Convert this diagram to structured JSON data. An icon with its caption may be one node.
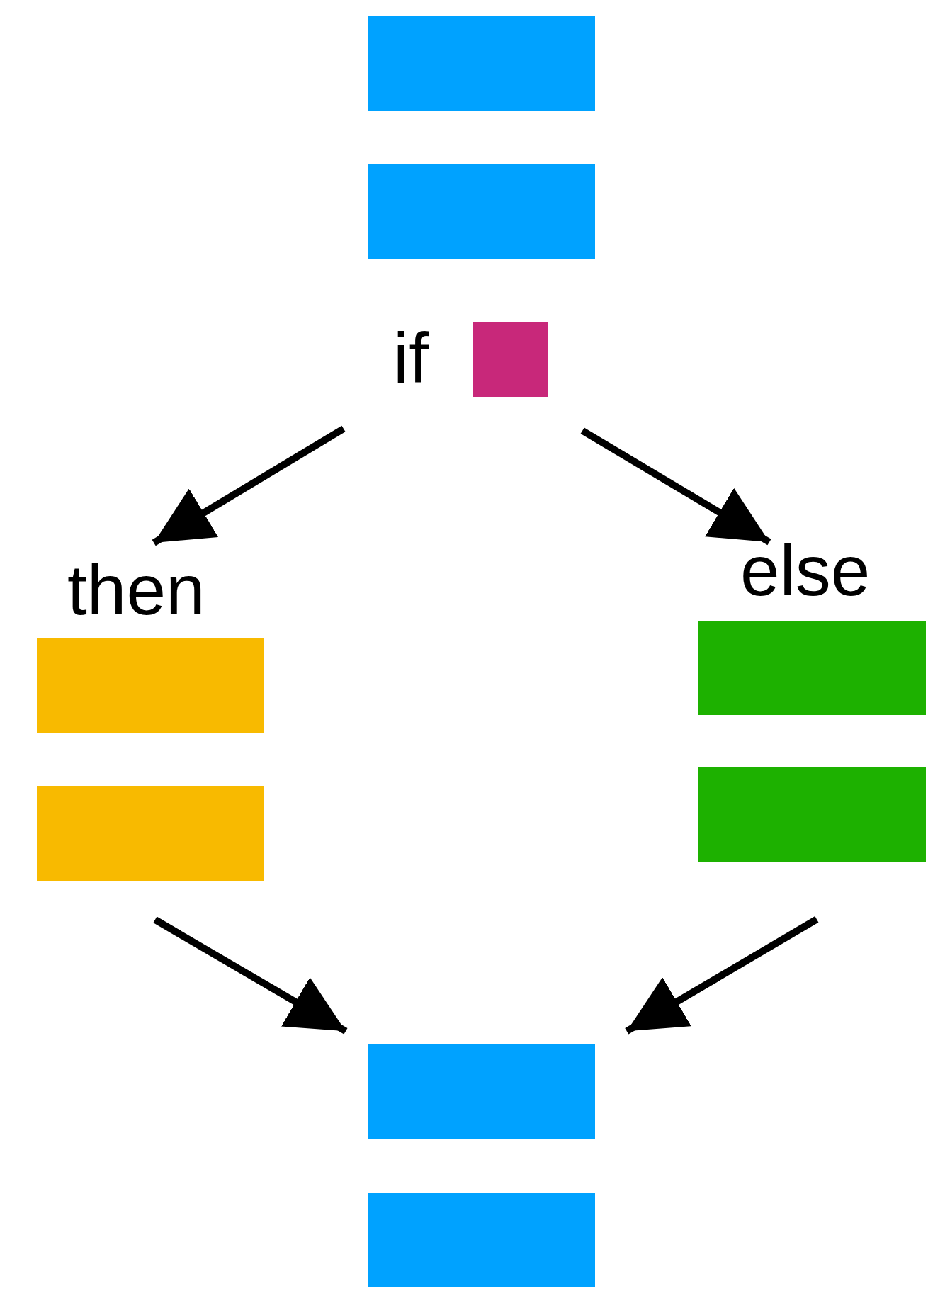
{
  "diagram": {
    "nodes": [
      {
        "text": [],
        "shape": "box"
      },
      {
        "text": [],
        "shape": "box"
      },
      {
        "text": [
          "if"
        ]
      },
      {
        "text": [],
        "shape": "box"
      },
      {
        "text": [
          "then"
        ]
      },
      {
        "text": [],
        "shape": "box"
      },
      {
        "text": [],
        "shape": "box"
      },
      {
        "text": [
          "else"
        ]
      },
      {
        "text": [],
        "shape": "box"
      },
      {
        "text": [],
        "shape": "box"
      },
      {
        "text": [],
        "shape": "box"
      },
      {
        "text": [],
        "shape": "box"
      }
    ],
    "edges": [
      {
        "from": 2,
        "to": 4,
        "arrow": "to"
      },
      {
        "from": 3,
        "to": 7,
        "arrow": "to"
      },
      {
        "from": 6,
        "to": 10,
        "arrow": "to"
      },
      {
        "from": 9,
        "to": 10,
        "arrow": "to"
      }
    ]
  }
}
